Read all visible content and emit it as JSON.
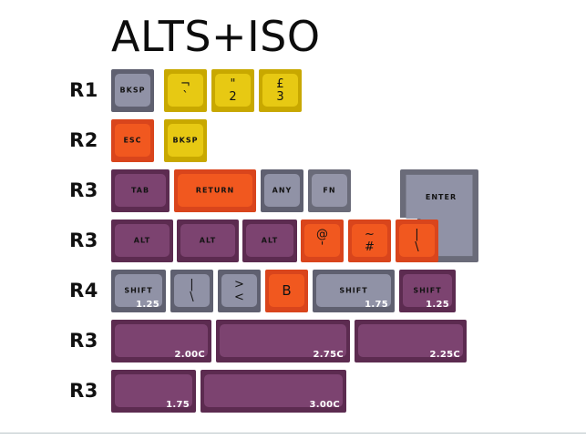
{
  "title": "ALTS+ISO",
  "colors": {
    "gray_base": "#5f6070",
    "gray_top": "#9092a6",
    "yellow_base": "#c8a800",
    "yellow_top": "#e7c913",
    "orange_base": "#d9451c",
    "orange_top": "#f1581f",
    "purple_base": "#5c2b50",
    "purple_top": "#7c4370",
    "background": "#ffffff",
    "text": "#131313"
  },
  "rows": [
    {
      "label": "R1",
      "keys": [
        {
          "legend": "BKSP",
          "color": "gray",
          "width": 47,
          "type": "word"
        },
        {
          "legend_top": "¬",
          "legend_bottom": "`",
          "color": "yellow",
          "width": 47,
          "type": "dual",
          "offset": 9
        },
        {
          "legend_top": "\"",
          "legend_bottom": "2",
          "color": "yellow",
          "width": 47,
          "type": "dual",
          "offset": 3
        },
        {
          "legend_top": "£",
          "legend_bottom": "3",
          "color": "yellow",
          "width": 47,
          "type": "dual",
          "offset": 3
        }
      ]
    },
    {
      "label": "R2",
      "keys": [
        {
          "legend": "ESC",
          "color": "orange",
          "width": 47,
          "type": "word"
        },
        {
          "legend": "BKSP",
          "color": "yellow",
          "width": 47,
          "type": "word",
          "offset": 9
        }
      ]
    },
    {
      "label": "R3",
      "keys": [
        {
          "legend": "TAB",
          "color": "purple",
          "width": 64,
          "type": "word"
        },
        {
          "legend": "RETURN",
          "color": "orange",
          "width": 90,
          "type": "word",
          "offset": 3
        },
        {
          "legend": "ANY",
          "color": "gray",
          "width": 47,
          "type": "word",
          "offset": 3
        },
        {
          "legend": "FN",
          "color": "gray-dark",
          "width": 47,
          "type": "word",
          "offset": 3
        },
        {
          "legend": "ENTER",
          "color": "gray-dark",
          "width": 86,
          "type": "iso",
          "offset": 52
        }
      ]
    },
    {
      "label": "R3",
      "keys": [
        {
          "legend": "ALT",
          "color": "purple",
          "width": 68,
          "type": "word"
        },
        {
          "legend": "ALT",
          "color": "purple",
          "width": 68,
          "type": "word",
          "offset": 2
        },
        {
          "legend": "ALT",
          "color": "purple",
          "width": 60,
          "type": "word",
          "offset": 2
        },
        {
          "legend_top": "@",
          "legend_bottom": "'",
          "color": "orange",
          "width": 47,
          "type": "dual",
          "offset": 2
        },
        {
          "legend_top": "~",
          "legend_bottom": "#",
          "color": "orange",
          "width": 47,
          "type": "dual",
          "offset": 3
        },
        {
          "legend_top": "|",
          "legend_bottom": "\\",
          "color": "orange",
          "width": 47,
          "type": "dual",
          "offset": 3
        }
      ]
    },
    {
      "label": "R4",
      "keys": [
        {
          "legend": "SHIFT",
          "size": "1.25",
          "color": "gray",
          "width": 60,
          "type": "word"
        },
        {
          "legend_top": "|",
          "legend_bottom": "\\",
          "color": "gray",
          "width": 47,
          "type": "dual",
          "offset": 3
        },
        {
          "legend_top": ">",
          "legend_bottom": "<",
          "color": "gray",
          "width": 47,
          "type": "dual",
          "offset": 3
        },
        {
          "legend": "B",
          "color": "orange",
          "width": 47,
          "type": "letter",
          "offset": 3
        },
        {
          "legend": "SHIFT",
          "size": "1.75",
          "color": "gray",
          "width": 90,
          "type": "word",
          "offset": 3
        },
        {
          "legend": "SHIFT",
          "size": "1.25",
          "color": "purple",
          "width": 62,
          "type": "word",
          "offset": 3
        }
      ]
    },
    {
      "label": "R3",
      "keys": [
        {
          "size": "2.00C",
          "color": "purple",
          "width": 110,
          "type": "space"
        },
        {
          "size": "2.75C",
          "color": "purple",
          "width": 147,
          "type": "space",
          "offset": 3
        },
        {
          "size": "2.25C",
          "color": "purple",
          "width": 123,
          "type": "space",
          "offset": 3
        }
      ]
    },
    {
      "label": "R3",
      "keys": [
        {
          "size": "1.75",
          "color": "purple",
          "width": 93,
          "type": "space"
        },
        {
          "size": "3.00C",
          "color": "purple",
          "width": 160,
          "type": "space",
          "offset": 3
        }
      ]
    }
  ]
}
